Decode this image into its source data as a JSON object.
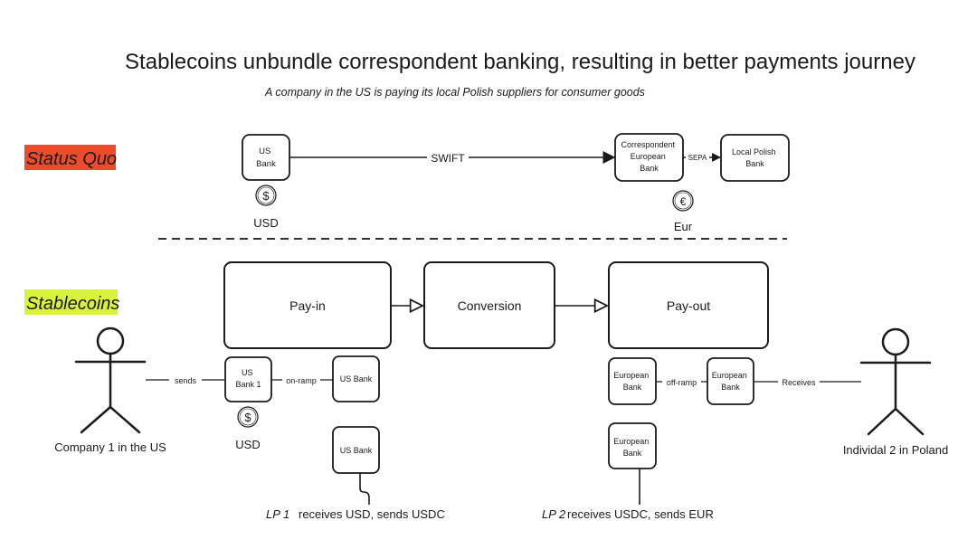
{
  "title": "Stablecoins unbundle correspondent banking, resulting in better payments journey",
  "subtitle": "A company in the US is paying its local Polish suppliers for consumer goods",
  "colors": {
    "status_quo_bg": "#ee4a2c",
    "stablecoins_bg": "#d8f23e",
    "ink": "#1a1a1a"
  },
  "status_quo": {
    "label": "Status Quo",
    "us_bank": [
      "US",
      "Bank"
    ],
    "swift": "SWIFT",
    "correspondent": [
      "Correspondent",
      "European",
      "Bank"
    ],
    "sepa": "SEPA",
    "local_polish": [
      "Local Polish",
      "Bank"
    ],
    "usd_symbol": "$",
    "usd_label": "USD",
    "eur_symbol": "€",
    "eur_label": "Eur"
  },
  "stablecoins": {
    "label": "Stablecoins",
    "payin": "Pay-in",
    "conversion": "Conversion",
    "payout": "Pay-out",
    "company": "Company 1 in the US",
    "individual": "Individal 2 in Poland",
    "sends": "sends",
    "us_bank1": [
      "US",
      "Bank 1"
    ],
    "onramp": "on-ramp",
    "us_bank": "US Bank",
    "lp_us_bank": "US Bank",
    "usd_symbol": "$",
    "usd_label": "USD",
    "eu_bank_a": [
      "European",
      "Bank"
    ],
    "offramp": "off-ramp",
    "eu_bank_b": [
      "European",
      "Bank"
    ],
    "receives": "Receives",
    "lp_eu_bank": [
      "European",
      "Bank"
    ],
    "lp1_name": "LP 1",
    "lp1_text": "receives USD, sends USDC",
    "lp2_name": "LP 2",
    "lp2_text": "receives USDC, sends EUR"
  }
}
